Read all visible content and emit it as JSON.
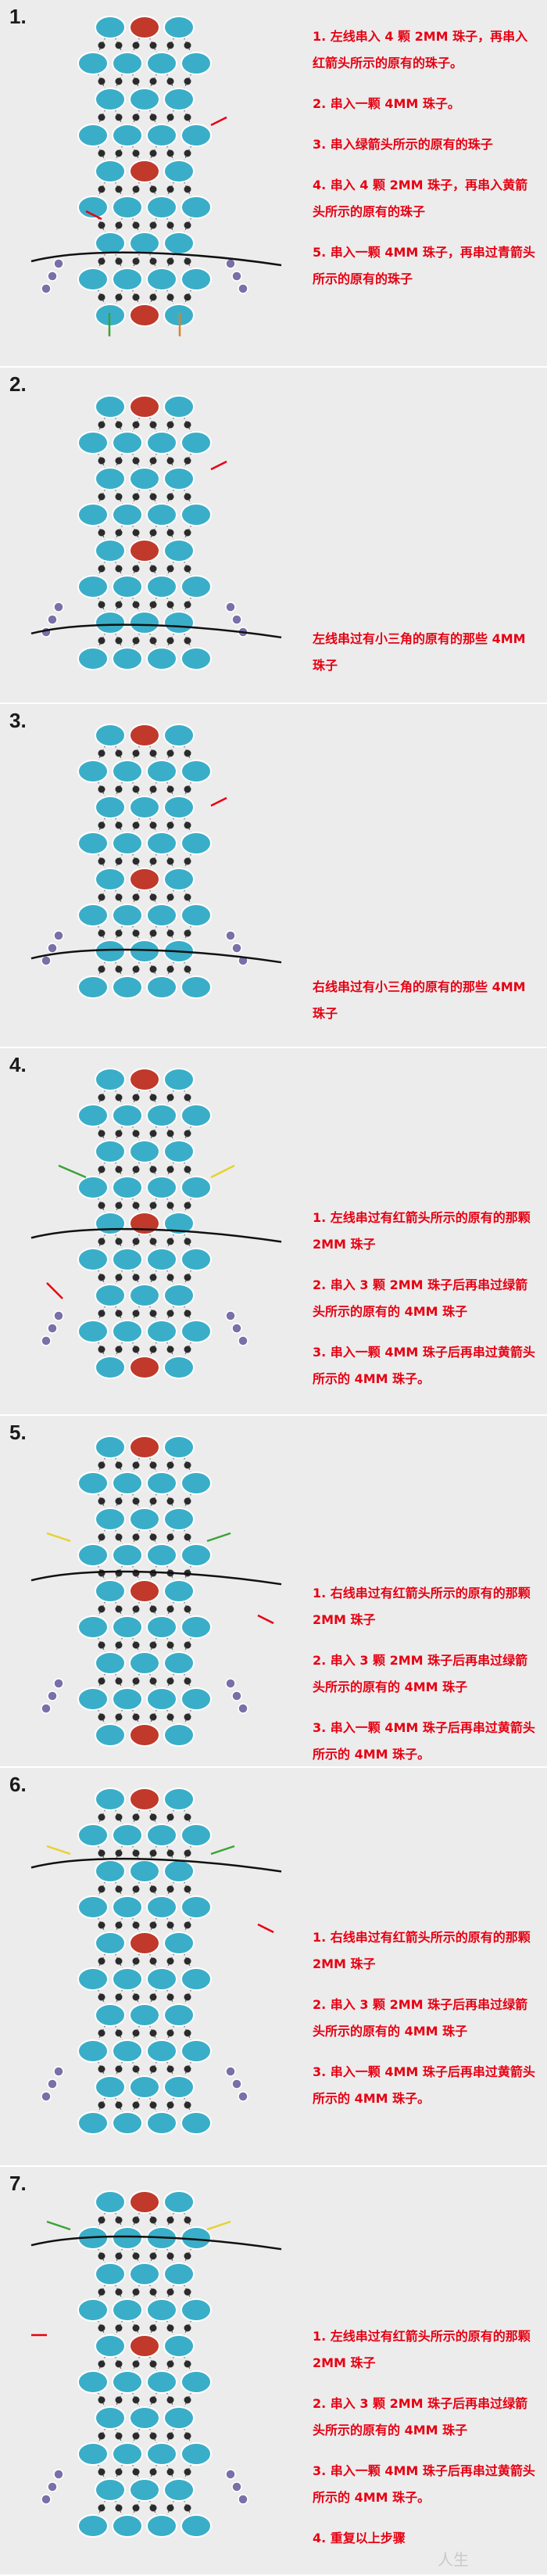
{
  "colors": {
    "accent_red": "#e60012",
    "bead_large": "#3aaec9",
    "bead_center": "#c0392b",
    "bead_small": "#2b2b2b",
    "bead_side": "#7a6fa8",
    "panel_bg": "#ececec"
  },
  "steps": [
    {
      "number": "1.",
      "notes": [
        "1.  左线串入 4 颗 2MM 珠子，再串入红箭头所示的原有的珠子。",
        "2.  串入一颗 4MM 珠子。",
        "3.  串入绿箭头所示的原有的珠子",
        "4.  串入 4 颗 2MM 珠子，再串入黄箭头所示的原有的珠子",
        "5.  串入一颗 4MM 珠子，再串过青箭头所示的原有的珠子"
      ]
    },
    {
      "number": "2.",
      "notes": [
        "左线串过有小三角的原有的那些 4MM 珠子"
      ]
    },
    {
      "number": "3.",
      "notes": [
        "右线串过有小三角的原有的那些 4MM 珠子"
      ]
    },
    {
      "number": "4.",
      "notes": [
        "1.  左线串过有红箭头所示的原有的那颗 2MM 珠子",
        "2.  串入 3 颗 2MM 珠子后再串过绿箭头所示的原有的 4MM 珠子",
        "3.  串入一颗 4MM 珠子后再串过黄箭头所示的 4MM 珠子。"
      ]
    },
    {
      "number": "5.",
      "notes": [
        "1.  右线串过有红箭头所示的原有的那颗 2MM 珠子",
        "2.  串入 3 颗 2MM 珠子后再串过绿箭头所示的原有的 4MM 珠子",
        "3.  串入一颗 4MM 珠子后再串过黄箭头所示的 4MM 珠子。"
      ]
    },
    {
      "number": "6.",
      "notes": [
        "1.  右线串过有红箭头所示的原有的那颗 2MM 珠子",
        "2.  串入 3 颗 2MM 珠子后再串过绿箭头所示的原有的 4MM 珠子",
        "3.  串入一颗 4MM 珠子后再串过黄箭头所示的 4MM 珠子。"
      ]
    },
    {
      "number": "7.",
      "notes": [
        "1.  左线串过有红箭头所示的原有的那颗 2MM 珠子",
        "2.  串入 3 颗 2MM 珠子后再串过绿箭头所示的原有的 4MM 珠子",
        "3.  串入一颗 4MM 珠子后再串过黄箭头所示的 4MM 珠子。",
        "4.  重复以上步骤"
      ]
    }
  ],
  "watermark": "人生"
}
